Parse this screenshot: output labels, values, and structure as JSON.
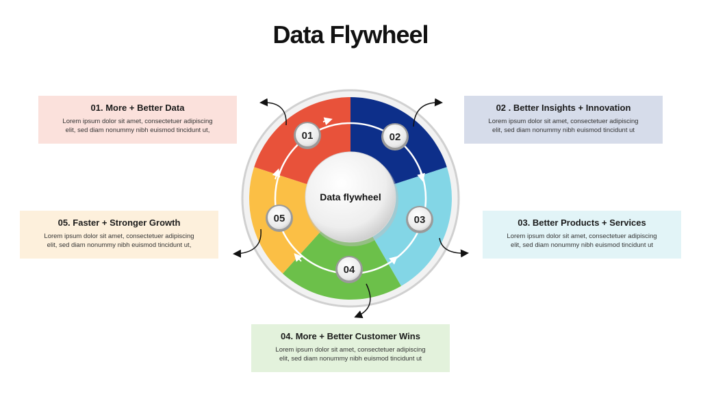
{
  "title": "Data Flywheel",
  "center_label": "Data flywheel",
  "steps": [
    {
      "number": "01",
      "heading": "01. More + Better Data",
      "text_line1": "Lorem ipsum dolor sit amet, consectetuer adipiscing",
      "text_line2": "elit, sed diam nonummy nibh euismod tincidunt ut,",
      "color": "#e8523a",
      "box_color": "#fbe1dc"
    },
    {
      "number": "02",
      "heading": "02 . Better Insights + Innovation",
      "text_line1": "Lorem ipsum dolor sit amet, consectetuer adipiscing",
      "text_line2": "elit, sed diam nonummy nibh euismod tincidunt ut",
      "color": "#0d2f8a",
      "box_color": "#d6dcea"
    },
    {
      "number": "03",
      "heading": "03. Better Products + Services",
      "text_line1": "Lorem ipsum dolor sit amet, consectetuer adipiscing",
      "text_line2": "elit, sed diam nonummy nibh euismod tincidunt ut",
      "color": "#83d6e6",
      "box_color": "#e2f4f7"
    },
    {
      "number": "04",
      "heading": "04. More + Better Customer Wins",
      "text_line1": "Lorem ipsum dolor sit amet, consectetuer adipiscing",
      "text_line2": "elit, sed diam nonummy nibh euismod tincidunt ut",
      "color": "#6cc04a",
      "box_color": "#e3f2dc"
    },
    {
      "number": "05",
      "heading": "05. Faster + Stronger Growth",
      "text_line1": "Lorem ipsum dolor sit amet, consectetuer adipiscing",
      "text_line2": "elit, sed diam nonummy nibh euismod tincidunt ut,",
      "color": "#fbbf45",
      "box_color": "#fdf0dc"
    }
  ]
}
